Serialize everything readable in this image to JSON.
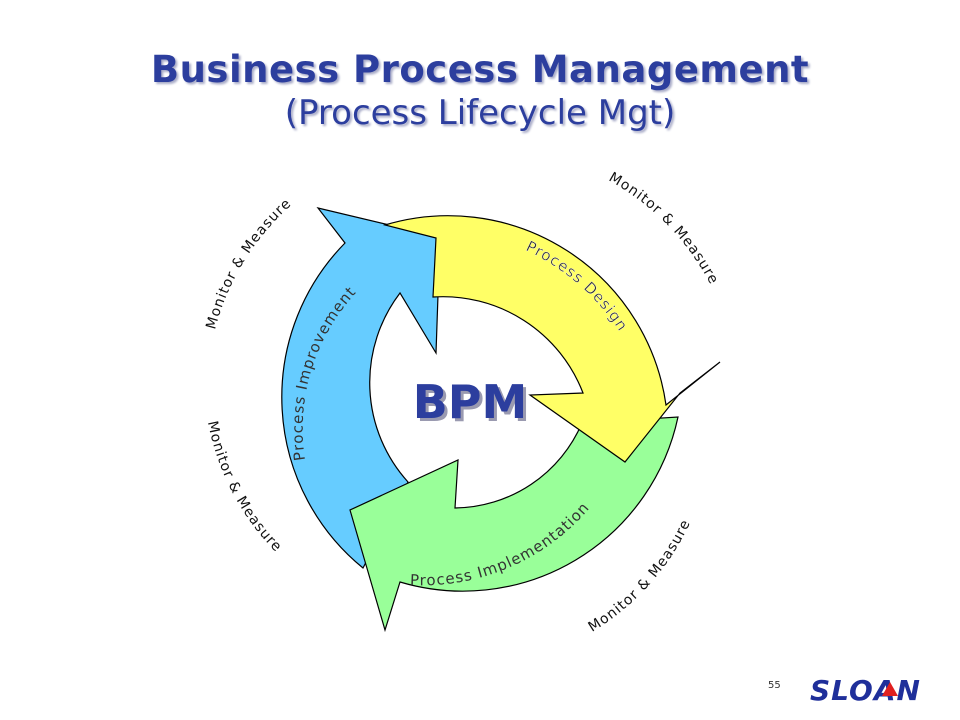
{
  "slide": {
    "title": "Business Process Management",
    "subtitle": "(Process Lifecycle Mgt)",
    "page_number": "55"
  },
  "diagram": {
    "center_label": "BPM",
    "segments": [
      {
        "id": "design",
        "label": "Process Design",
        "color": "#ffff66"
      },
      {
        "id": "implementation",
        "label": "Process Implementation",
        "color": "#99ff99"
      },
      {
        "id": "improvement",
        "label": "Process Improvement",
        "color": "#66ccff"
      }
    ],
    "monitor_labels": [
      "Monitor & Measure",
      "Monitor & Measure",
      "Monitor & Measure",
      "Monitor & Measure"
    ]
  },
  "logo": {
    "text": "SLOAN",
    "color": "#1f2f9a",
    "accent_color": "#e02020"
  }
}
